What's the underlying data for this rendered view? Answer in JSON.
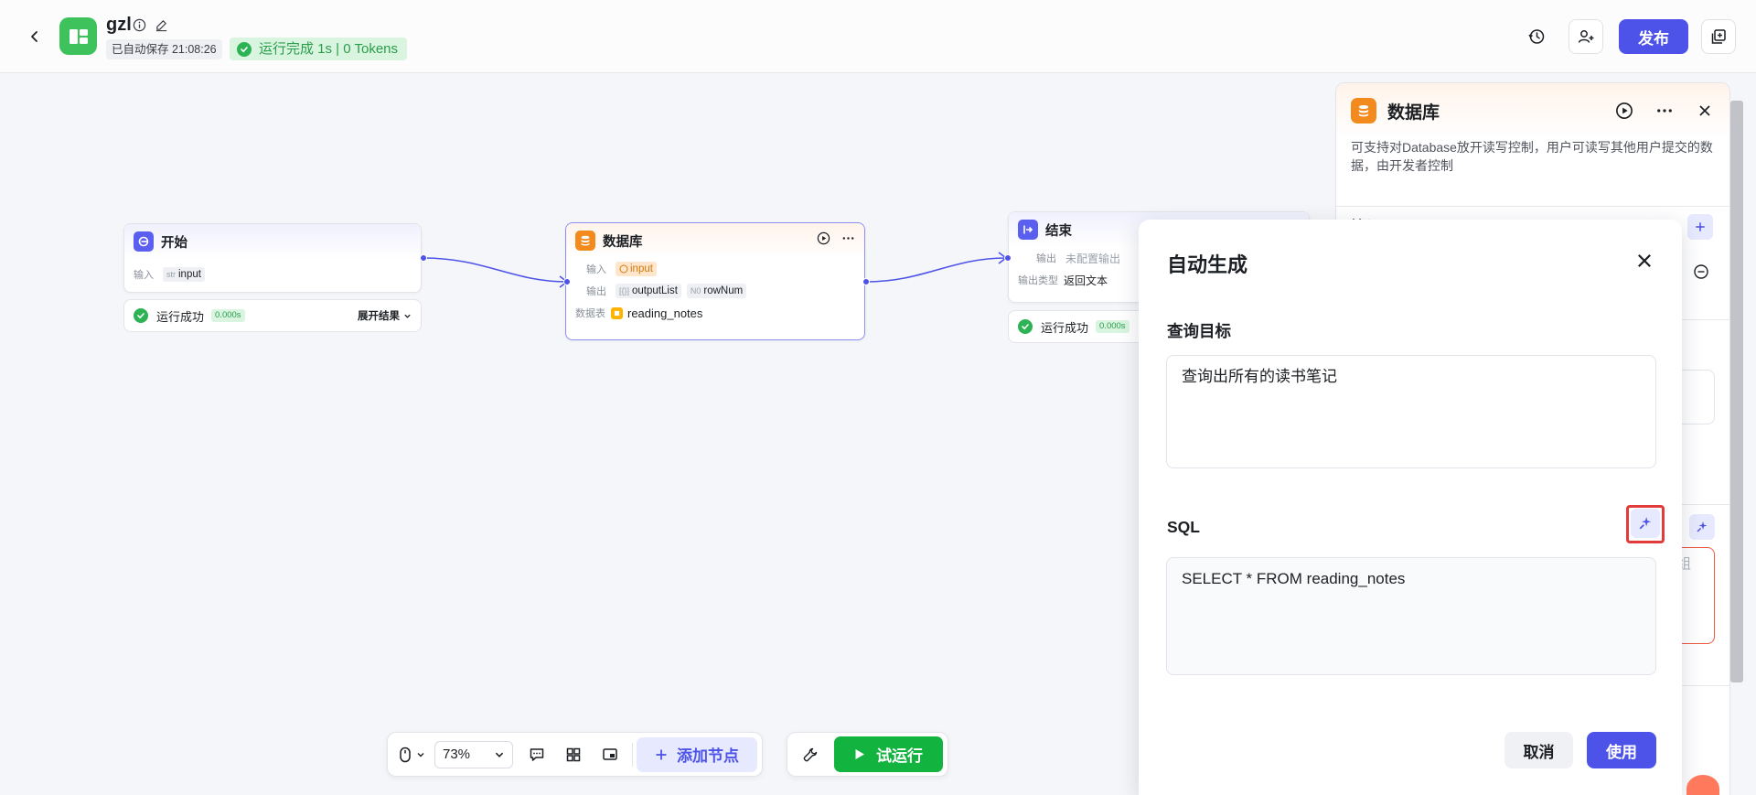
{
  "header": {
    "app_name": "gzl",
    "autosave": "已自动保存 21:08:26",
    "run_status": "运行完成 1s | 0 Tokens",
    "publish_label": "发布"
  },
  "nodes": {
    "start": {
      "title": "开始",
      "input_label": "输入",
      "input_type": "str",
      "input_name": "input",
      "result_status": "运行成功",
      "result_time": "0.000s",
      "expand_label": "展开结果"
    },
    "database": {
      "title": "数据库",
      "input_label": "输入",
      "input_name": "input",
      "output_label": "输出",
      "output_1_type": "[{}]",
      "output_1_name": "outputList",
      "output_2_type": "N0",
      "output_2_name": "rowNum",
      "table_label": "数据表",
      "table_name": "reading_notes"
    },
    "end": {
      "title": "结束",
      "output_label": "输出",
      "output_value": "未配置输出",
      "output_type_label": "输出类型",
      "output_type_value": "返回文本",
      "result_status": "运行成功",
      "result_time": "0.000s"
    }
  },
  "toolbar": {
    "zoom": "73%",
    "add_node_label": "添加节点",
    "trial_run_label": "试运行"
  },
  "right_panel": {
    "title": "数据库",
    "description": "可支持对Database放开读写控制，用户可读写其他用户提交的数据，由开发者控制",
    "section_input": "输入",
    "partial_hint": "组"
  },
  "modal": {
    "title": "自动生成",
    "query_label": "查询目标",
    "query_value": "查询出所有的读书笔记",
    "sql_label": "SQL",
    "sql_value": "SELECT * FROM reading_notes",
    "cancel_label": "取消",
    "use_label": "使用"
  },
  "colors": {
    "primary": "#4d53e8",
    "success": "#13b33f",
    "database_orange": "#f28a1d",
    "highlight_red": "#e23b3b"
  }
}
